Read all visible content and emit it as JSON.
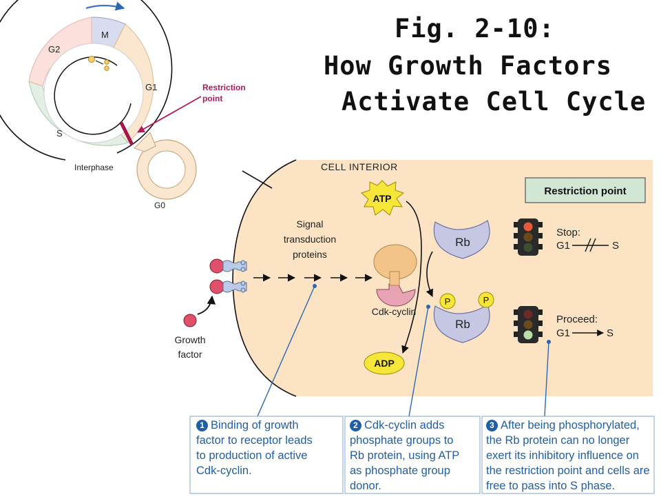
{
  "title": {
    "line1": "Fig. 2-10:",
    "line2": "How Growth Factors",
    "line3": "Activate Cell Cycle"
  },
  "cycle": {
    "m": "M",
    "g2": "G2",
    "g1": "G1",
    "s": "S",
    "g0": "G0",
    "interphase": "Interphase",
    "restriction_line1": "Restriction",
    "restriction_line2": "point"
  },
  "main": {
    "cell_interior": "CELL INTERIOR",
    "restriction_box": "Restriction point",
    "atp": "ATP",
    "adp": "ADP",
    "signal_line1": "Signal",
    "signal_line2": "transduction",
    "signal_line3": "proteins",
    "cdk_cyclin": "Cdk-cyclin",
    "rb": "Rb",
    "p": "P",
    "stop_line1": "Stop:",
    "stop_g1": "G1",
    "stop_s": "S",
    "proceed_line1": "Proceed:",
    "proceed_g1": "G1",
    "proceed_s": "S",
    "growth_line1": "Growth",
    "growth_line2": "factor"
  },
  "captions": [
    {
      "num": "1",
      "line1": "Binding of growth",
      "rest": "factor to receptor leads\nto production of active\nCdk-cyclin."
    },
    {
      "num": "2",
      "line1": "Cdk-cyclin adds",
      "rest": "phosphate groups to\nRb protein, using ATP\nas phosphate group\ndonor."
    },
    {
      "num": "3",
      "line1": "After being phosphorylated,",
      "rest": "the Rb protein can no longer\nexert its inhibitory influence on\nthe restriction point and cells are\nfree to pass into S phase."
    }
  ],
  "colors": {
    "cell": "#fbe3c4",
    "m_phase": "#d9dcef",
    "g2_phase": "#fbe0dc",
    "g1_phase": "#fbe6cf",
    "s_phase": "#e3efe5",
    "restriction": "#a3154b",
    "rb": "#c6c8e3",
    "caption_text": "#1f5fa6",
    "atp_yellow": "#f6e63a"
  }
}
